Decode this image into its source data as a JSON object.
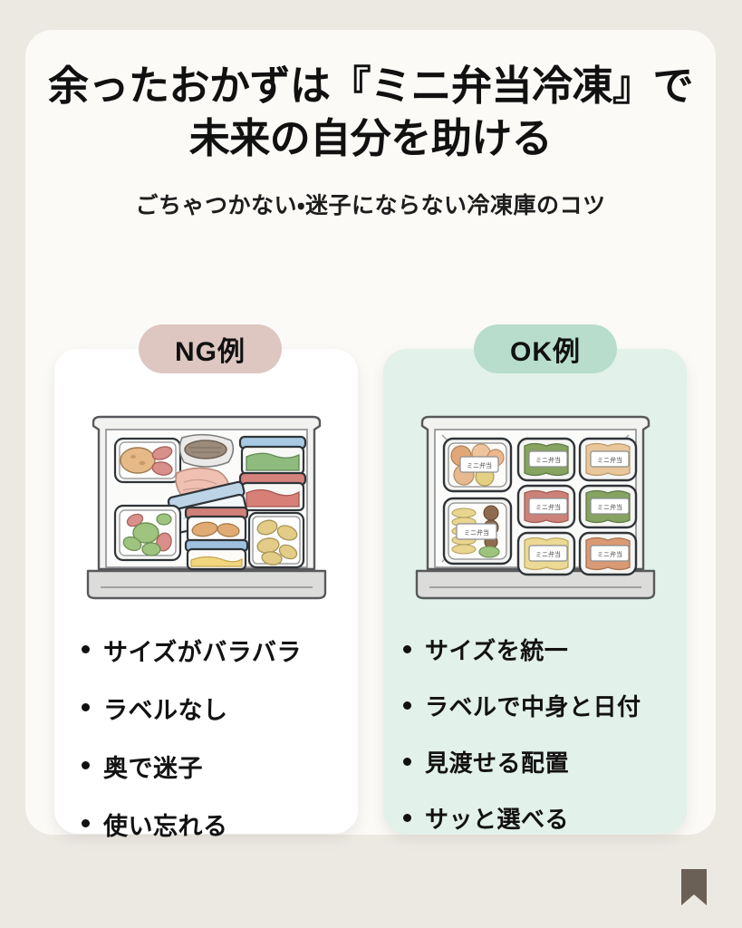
{
  "poster": {
    "background_color": "#ece9e3",
    "card_color": "#fbfaf7",
    "title_line1": "余ったおかずは『ミニ弁当冷凍』で",
    "title_line2": "未来の自分を助ける",
    "subtitle": "ごちゃつかない・迷子にならない冷凍庫のコツ"
  },
  "columns": [
    {
      "id": "ng",
      "badge_label": "NG例",
      "badge_color": "#dec7c1",
      "card_color": "#ffffff",
      "illustration": "messy-freezer-drawer",
      "bullets": [
        "サイズがバラバラ",
        "ラベルなし",
        "奥で迷子",
        "使い忘れる"
      ]
    },
    {
      "id": "ok",
      "badge_label": "OK例",
      "badge_color": "#b8ddcd",
      "card_color": "#e2f1ea",
      "illustration": "organized-freezer-drawer",
      "container_label": "ミニ弁当",
      "bullets": [
        "サイズを統一",
        "ラベルで中身と日付",
        "見渡せる配置",
        "サッと選べる"
      ]
    }
  ],
  "footer": {
    "bookmark_icon": "bookmark-icon",
    "bookmark_color": "#6a6055"
  }
}
